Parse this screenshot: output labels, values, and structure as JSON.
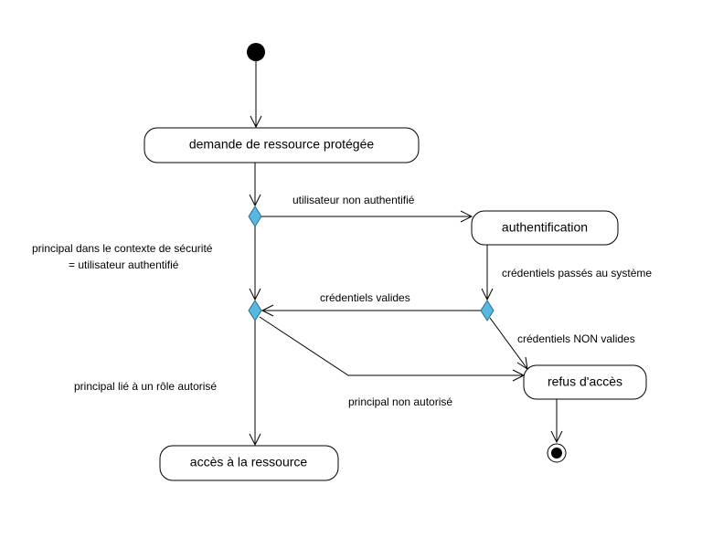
{
  "nodes": {
    "demande": "demande de ressource protégée",
    "authentification": "authentification",
    "refus": "refus d'accès",
    "acces": "accès à la ressource"
  },
  "edges": {
    "non_authentifie": "utilisateur non authentifié",
    "principal_contexte_l1": "principal dans le contexte de sécurité",
    "principal_contexte_l2": "= utilisateur authentifié",
    "credentiels_passes": "crédentiels passés au système",
    "credentiels_valides": "crédentiels valides",
    "credentiels_non_valides": "crédentiels NON valides",
    "principal_lie": "principal lié à un rôle autorisé",
    "principal_non_autorise": "principal non autorisé"
  },
  "colors": {
    "decision_fill": "#57b8e0",
    "decision_stroke": "#2b6d8c",
    "line": "#000000"
  }
}
